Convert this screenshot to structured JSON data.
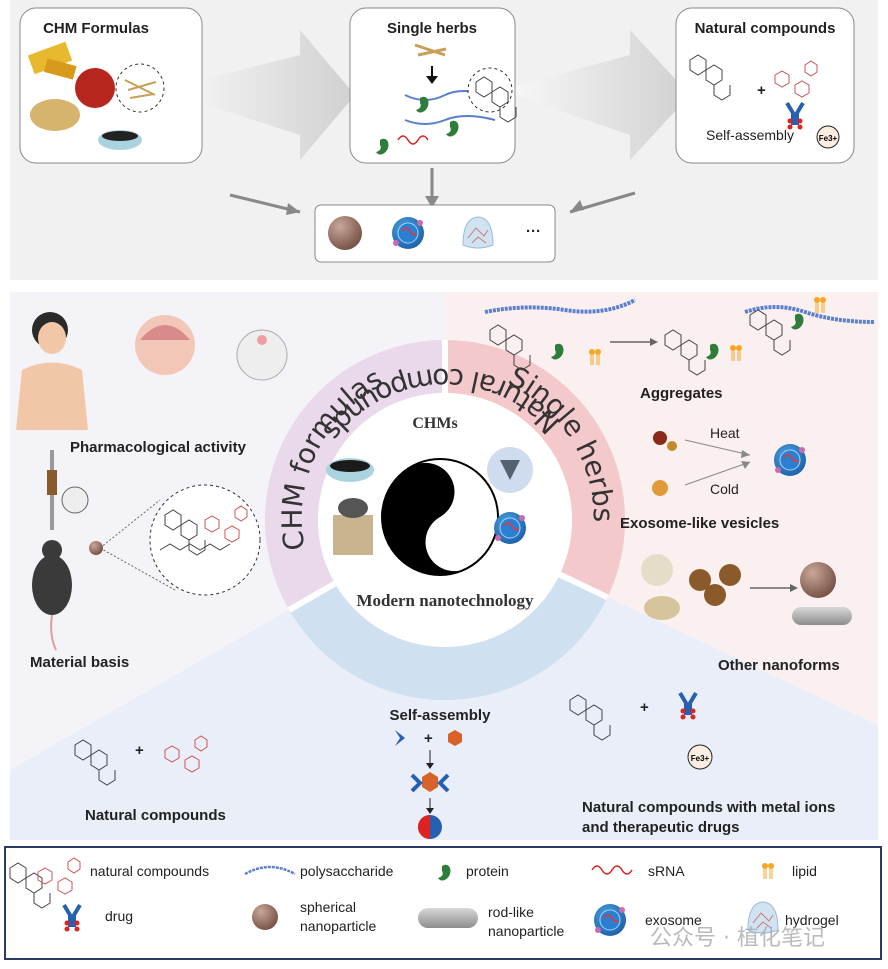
{
  "top": {
    "boxes": [
      {
        "title": "CHM Formulas"
      },
      {
        "title": "Single herbs"
      },
      {
        "title": "Natural compounds",
        "caption": "Self-assembly",
        "ion": "Fe3+"
      }
    ],
    "ellipsis": "···",
    "plus": "+"
  },
  "wheel": {
    "center_top": "CHMs",
    "center_bottom": "Modern nanotechnology",
    "sectors": [
      "CHM formulas",
      "Single herbs",
      "Natural compounds"
    ]
  },
  "left": {
    "pharm": "Pharmacological activity",
    "material": "Material basis"
  },
  "right": {
    "aggregates": "Aggregates",
    "heat": "Heat",
    "cold": "Cold",
    "exosome": "Exosome-like vesicles",
    "other": "Other nanoforms"
  },
  "bottom": {
    "self_assembly": "Self-assembly",
    "plus": "+",
    "natural": "Natural compounds",
    "metal_line1": "Natural compounds with metal ions",
    "metal_line2": "and therapeutic drugs",
    "ion": "Fe3+"
  },
  "legend": {
    "items": [
      {
        "label": "natural compounds",
        "icon": "molecule-icon"
      },
      {
        "label": "polysaccharide",
        "icon": "polysaccharide-icon"
      },
      {
        "label": "protein",
        "icon": "protein-icon"
      },
      {
        "label": "sRNA",
        "icon": "srna-icon"
      },
      {
        "label": "lipid",
        "icon": "lipid-icon"
      },
      {
        "label": "drug",
        "icon": "antibody-icon"
      },
      {
        "label_line1": "spherical",
        "label_line2": "nanoparticle",
        "icon": "sphere-icon"
      },
      {
        "label_line1": "rod-like",
        "label_line2": "nanoparticle",
        "icon": "rod-icon"
      },
      {
        "label": "exosome",
        "icon": "exosome-icon"
      },
      {
        "label": "hydrogel",
        "icon": "hydrogel-icon"
      }
    ]
  },
  "watermark": "公众号 · 植化笔记",
  "colors": {
    "pink_sector": "#f3c9cc",
    "lavender_sector": "#e9d9ea",
    "blue_sector": "#cfe0f0",
    "legend_border": "#2b3a67"
  }
}
